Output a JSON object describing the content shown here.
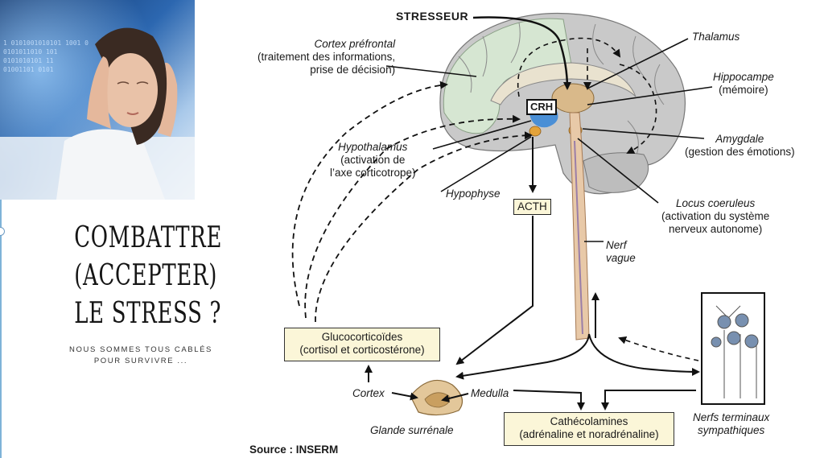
{
  "headline": {
    "lines": [
      "COMBATTRE",
      "(ACCEPTER)",
      "LE STRESS ?"
    ],
    "subtitle_lines": [
      "NOUS SOMMES TOUS CABLÉS",
      "POUR SURVIVRE ..."
    ]
  },
  "photo": {
    "binary_rows": [
      "1 0101001010101 1001 0",
      "0101011010 101",
      "0101010101 11",
      "01001101 0101"
    ]
  },
  "diagram": {
    "stressor": "STRESSEUR",
    "crh": "CRH",
    "acth": "ACTH",
    "cortex_prefrontal": {
      "name": "Cortex préfrontal",
      "desc_1": "(traitement des informations,",
      "desc_2": "prise de décision)"
    },
    "thalamus": {
      "name": "Thalamus"
    },
    "hippocampe": {
      "name": "Hippocampe",
      "desc_1": "(mémoire)"
    },
    "amygdale": {
      "name": "Amygdale",
      "desc_1": "(gestion des émotions)"
    },
    "hypothalamus": {
      "name": "Hypothalamus",
      "desc_1": "(activation de",
      "desc_2": "l’axe corticotrope)"
    },
    "hypophyse": {
      "name": "Hypophyse"
    },
    "locus": {
      "name": "Locus coeruleus",
      "desc_1": "(activation du système",
      "desc_2": "nerveux autonome)"
    },
    "nerf_vague": {
      "line_1": "Nerf",
      "line_2": "vague"
    },
    "glucocorticoides": {
      "line_1": "Glucocorticoïdes",
      "line_2": "(cortisol et corticostérone)"
    },
    "cortex": "Cortex",
    "medulla": "Medulla",
    "glande": "Glande surrénale",
    "catecholamines": {
      "line_1": "Cathécolamines",
      "line_2": "(adrénaline et noradrénaline)"
    },
    "nerfs_terminaux": {
      "line_1": "Nerfs terminaux",
      "line_2": "sympathiques"
    },
    "source": "Source : INSERM"
  },
  "colors": {
    "brain_cortex": "#d6e6d2",
    "brain_gray": "#c9c9c9",
    "spinal_cord": "#e8c9a8",
    "box_fill": "#fbf6d8",
    "hypothalamus_blue": "#4a8fd6",
    "amygdala_orange": "#e3a33a",
    "photo_blue": "#1f4e8c"
  }
}
